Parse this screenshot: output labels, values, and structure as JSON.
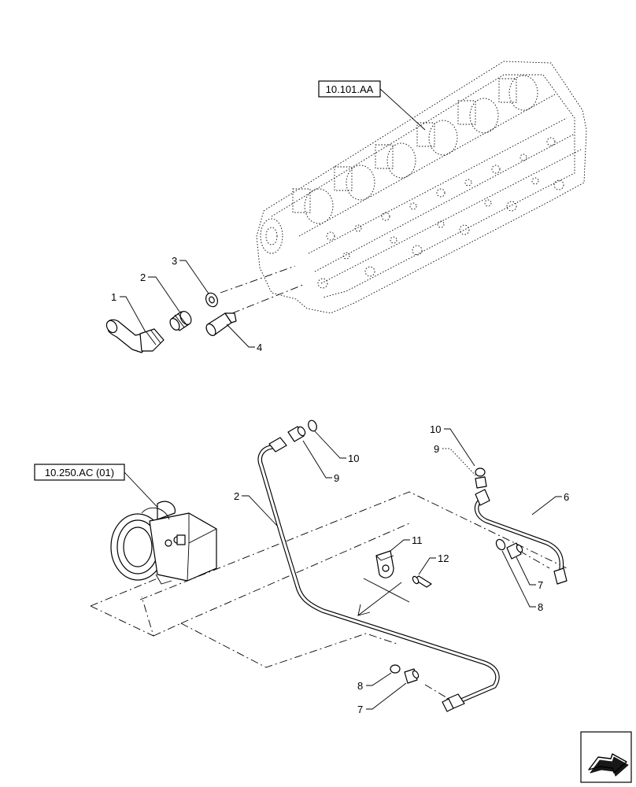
{
  "references": {
    "cylinder_head": "10.101.AA",
    "pump": "10.250.AC (01)"
  },
  "callouts": {
    "c1": "1",
    "c2_top": "2",
    "c3": "3",
    "c4": "4",
    "c10_top": "10",
    "c9_top": "9",
    "c2_pipe": "2",
    "c10_right": "10",
    "c9_right": "9",
    "c6": "6",
    "c11": "11",
    "c12": "12",
    "c7_right": "7",
    "c8_right": "8",
    "c8_bottom": "8",
    "c7_bottom": "7"
  },
  "icons": {
    "navigation": "arrow-icon"
  }
}
